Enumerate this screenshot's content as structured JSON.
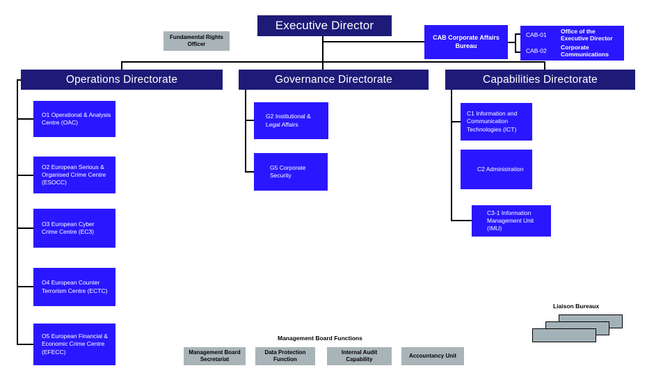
{
  "colors": {
    "navy": "#1e1a78",
    "blue": "#2a17ff",
    "gray": "#a9b4b8",
    "line": "#000000"
  },
  "executive": {
    "label": "Executive Director"
  },
  "fundamental_rights_officer": {
    "label": "Fundamental Rights Officer"
  },
  "cab": {
    "label": "CAB Corporate Affairs Bureau",
    "units": [
      {
        "code": "CAB-01",
        "label": "Office of the Executive Director"
      },
      {
        "code": "CAB-02",
        "label": "Corporate Communications"
      }
    ]
  },
  "directorates": [
    {
      "label": "Operations Directorate",
      "units": [
        {
          "label": "O1 Operational & Analysis Centre  (OAC)"
        },
        {
          "label": "O2 European Serious & Organised Crime Centre (ESOCC)"
        },
        {
          "label": "O3 European Cyber Crime Centre  (EC3)"
        },
        {
          "label": "O4 European Counter Terrorism Centre (ECTC)"
        },
        {
          "label": "O5 European Financial & Economic Crime Centre (EFECC)"
        }
      ]
    },
    {
      "label": "Governance Directorate",
      "units": [
        {
          "label": "G2 Institutional & Legal Affairs"
        },
        {
          "label": "G5 Corporate Security"
        }
      ]
    },
    {
      "label": "Capabilities Directorate",
      "units": [
        {
          "label": "C1 Information and Communication Technologies (ICT)"
        },
        {
          "label": "C2 Administration"
        },
        {
          "label": "C3-1  Information Management Unit (IMU)"
        }
      ]
    }
  ],
  "management_board": {
    "title": "Management Board Functions",
    "units": [
      {
        "label": "Management Board Secretariat"
      },
      {
        "label": "Data Protection Function"
      },
      {
        "label": "Internal Audit Capability"
      },
      {
        "label": "Accountancy Unit"
      }
    ]
  },
  "liaison": {
    "label": "Liaison Bureaux"
  }
}
